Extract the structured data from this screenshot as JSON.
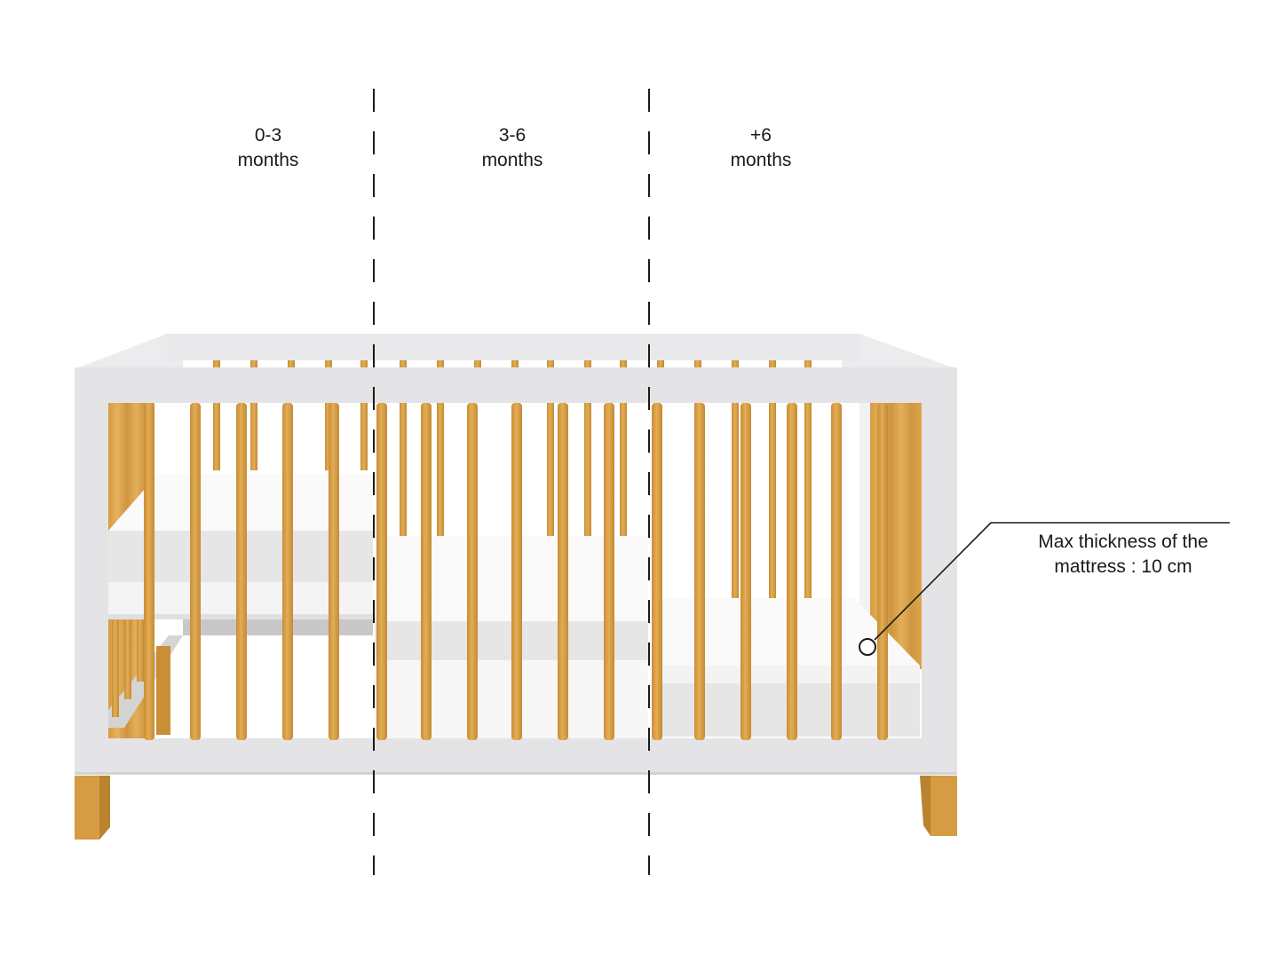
{
  "diagram": {
    "subject": "convertible baby crib with adjustable mattress height",
    "stages": [
      {
        "range": "0-3",
        "unit": "months"
      },
      {
        "range": "3-6",
        "unit": "months"
      },
      {
        "range": "+6",
        "unit": "months"
      }
    ],
    "callout": {
      "line1": "Max thickness of the",
      "line2": "mattress : 10 cm"
    },
    "colors": {
      "frame": "#e4e4e6",
      "frame_shadow": "#d2d2d5",
      "wood": "#d9a24a",
      "wood_dark": "#b9832f",
      "mattress_top": "#fafafa",
      "mattress_side": "#e6e6e6",
      "divider": "#1a1a1a"
    }
  }
}
